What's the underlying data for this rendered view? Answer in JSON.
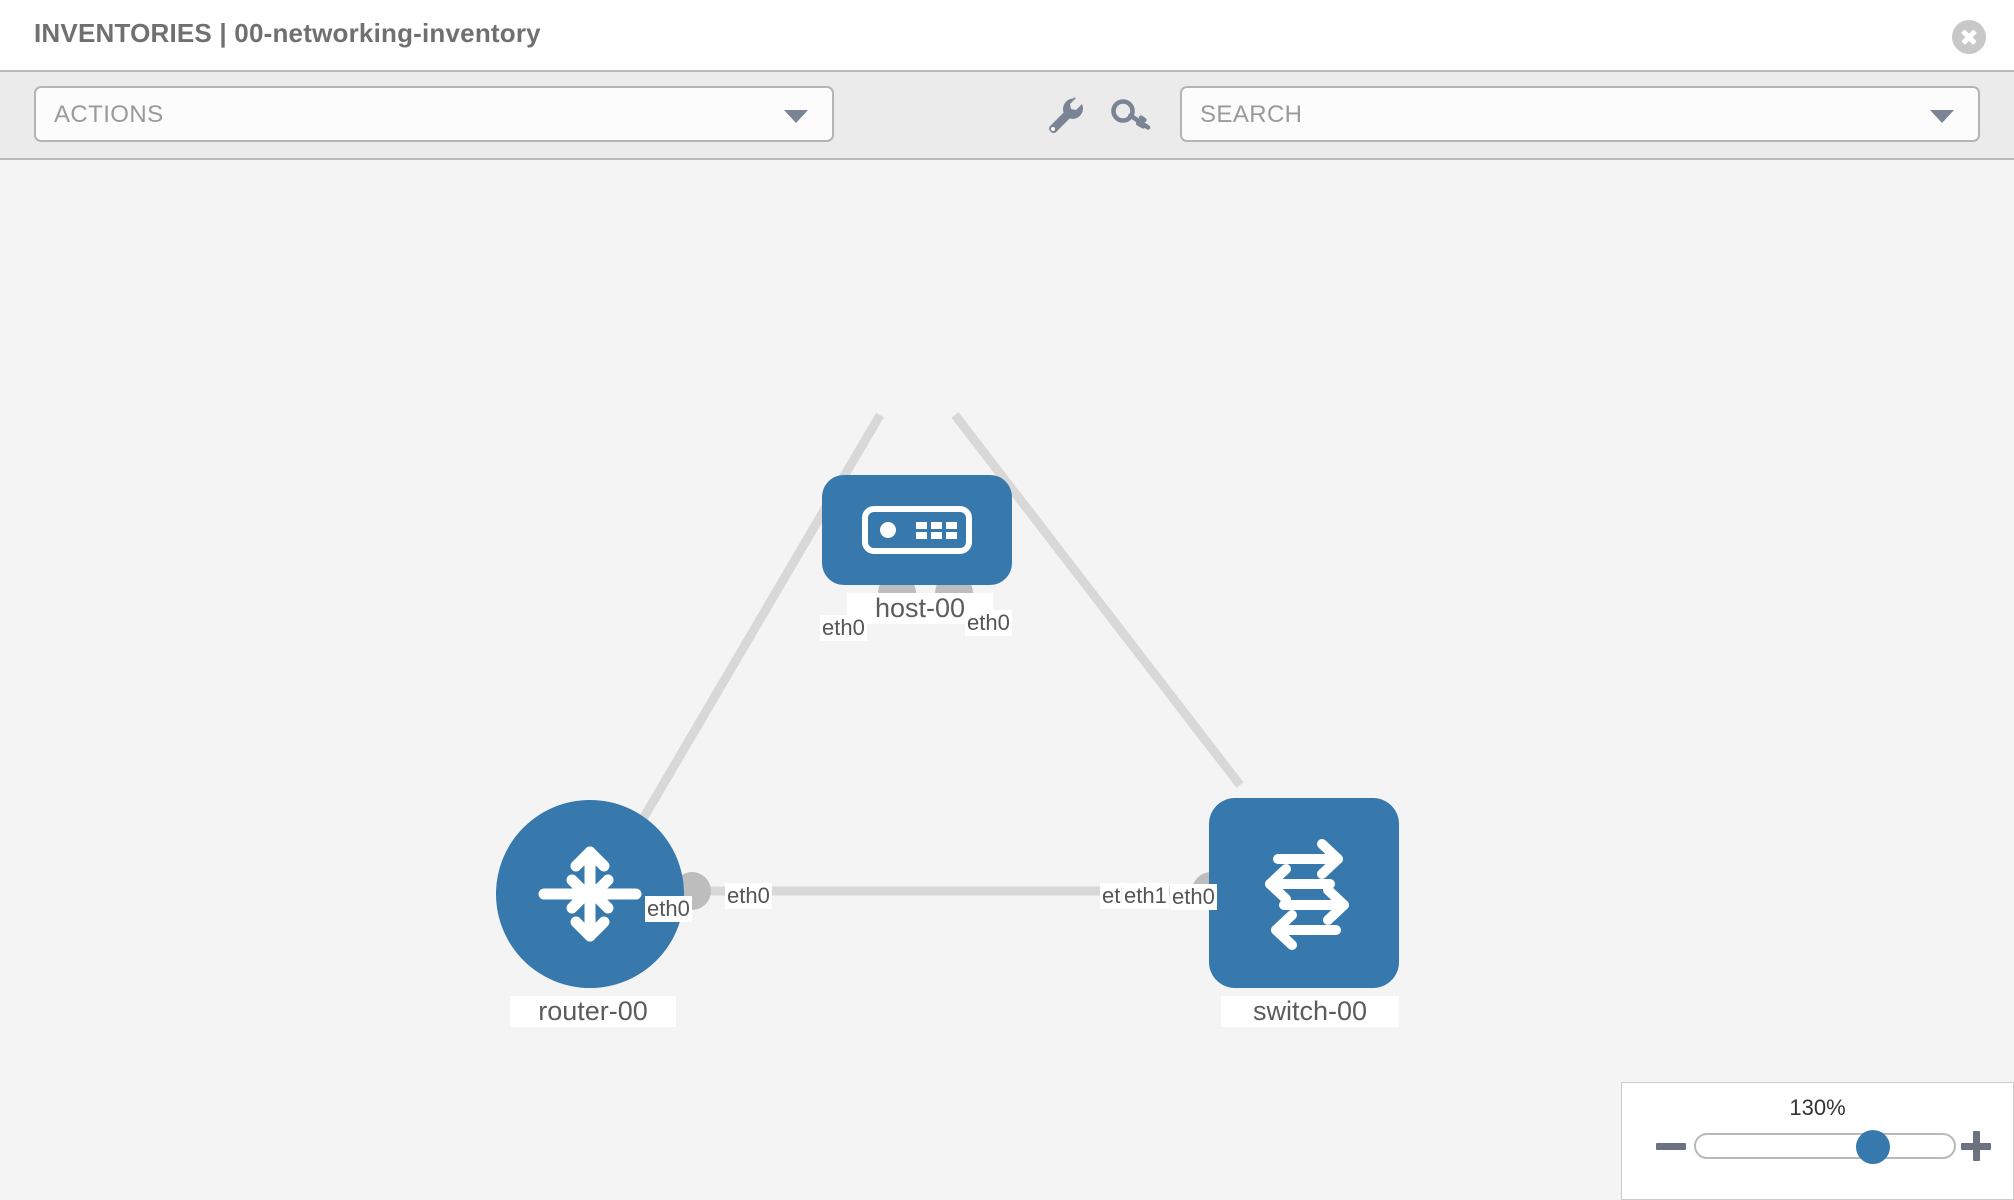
{
  "header": {
    "title": "INVENTORIES | 00-networking-inventory",
    "close_icon": "close-circle-icon"
  },
  "toolbar": {
    "actions_label": "ACTIONS",
    "actions_caret_icon": "chevron-down-icon",
    "wrench_icon": "wrench-icon",
    "key_icon": "key-icon",
    "search_placeholder": "SEARCH",
    "search_value": "",
    "search_caret_icon": "chevron-down-icon"
  },
  "topology": {
    "accent_color": "#3778ad",
    "link_color": "#d8d8d8",
    "connector_color": "#bdbdbd",
    "canvas_color": "#f4f4f4",
    "nodes": [
      {
        "id": "host-00",
        "label": "host-00",
        "type": "host",
        "icon": "server-device-icon"
      },
      {
        "id": "router-00",
        "label": "router-00",
        "type": "router",
        "icon": "router-arrows-icon"
      },
      {
        "id": "switch-00",
        "label": "switch-00",
        "type": "switch",
        "icon": "switch-arrows-icon"
      }
    ],
    "link_labels": {
      "host_left": "eth0",
      "host_right": "eth0",
      "router_up": "eth0",
      "switch_up": "eth0",
      "router_right": "eth0",
      "switch_left_a": "eth",
      "switch_left_b": "eth1"
    }
  },
  "zoom_control": {
    "value_label": "130%",
    "minus_icon": "minus-icon",
    "plus_icon": "plus-icon"
  }
}
